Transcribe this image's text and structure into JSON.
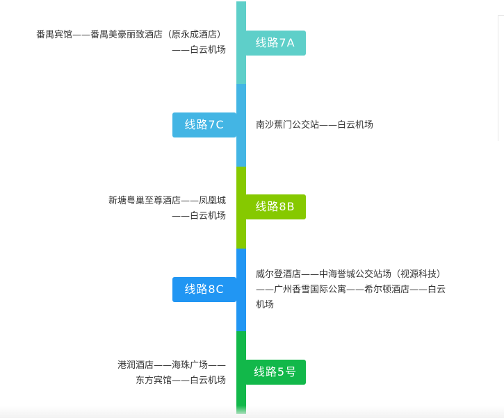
{
  "colors": {
    "teal": "#5ecfc9",
    "sky": "#43b5e4",
    "lime": "#86c900",
    "blue": "#2196f3",
    "green": "#12b84a",
    "text": "#333333"
  },
  "routes": [
    {
      "label": "线路7A",
      "side": "right",
      "color": "#5ecfc9",
      "shadow": "#a3e6e2",
      "lines": [
        "番禺宾馆——番禺美豪丽致酒店（原永成酒店）",
        "——白云机场"
      ]
    },
    {
      "label": "线路7C",
      "side": "left",
      "color": "#43b5e4",
      "shadow": "#9ad7f1",
      "lines": [
        "南沙蕉门公交站——白云机场"
      ]
    },
    {
      "label": "线路8B",
      "side": "right",
      "color": "#86c900",
      "shadow": "#c2e67a",
      "lines": [
        "新塘粤巢至尊酒店——凤凰城",
        "——白云机场"
      ]
    },
    {
      "label": "线路8C",
      "side": "left",
      "color": "#2196f3",
      "shadow": "#86c3f8",
      "lines": [
        "威尔登酒店——中海誉城公交站场（视源科技）",
        "——广州香雪国际公寓——希尔顿酒店——白云",
        "机场"
      ]
    },
    {
      "label": "线路5号",
      "side": "right",
      "color": "#12b84a",
      "shadow": "#7fdc5a",
      "lines": [
        "港润酒店——海珠广场——",
        "东方宾馆——白云机场"
      ]
    }
  ]
}
